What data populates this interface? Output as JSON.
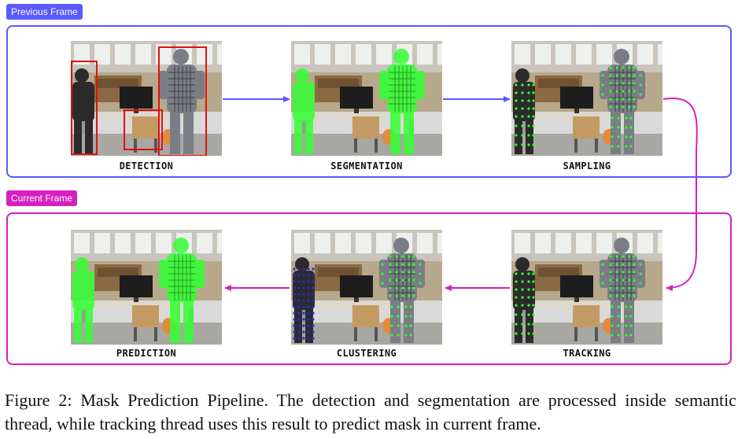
{
  "previous_frame": {
    "tag": "Previous Frame",
    "color": "#5a5aff",
    "steps": [
      {
        "label": "DETECTION",
        "overlay": "boxes"
      },
      {
        "label": "SEGMENTATION",
        "overlay": "mask"
      },
      {
        "label": "SAMPLING",
        "overlay": "points"
      }
    ]
  },
  "current_frame": {
    "tag": "Current Frame",
    "color": "#d61fbf",
    "steps": [
      {
        "label": "PREDICTION",
        "overlay": "mask"
      },
      {
        "label": "CLUSTERING",
        "overlay": "clusters"
      },
      {
        "label": "TRACKING",
        "overlay": "points"
      }
    ]
  },
  "caption": {
    "text": "Figure 2: Mask Prediction Pipeline. The detection and segmentation are processed inside semantic thread, while tracking thread uses this result to predict mask in current frame."
  },
  "colors": {
    "mask_green": "#33ff33",
    "detection_red": "#e01010",
    "cluster_blue": "#2a2ad0"
  }
}
